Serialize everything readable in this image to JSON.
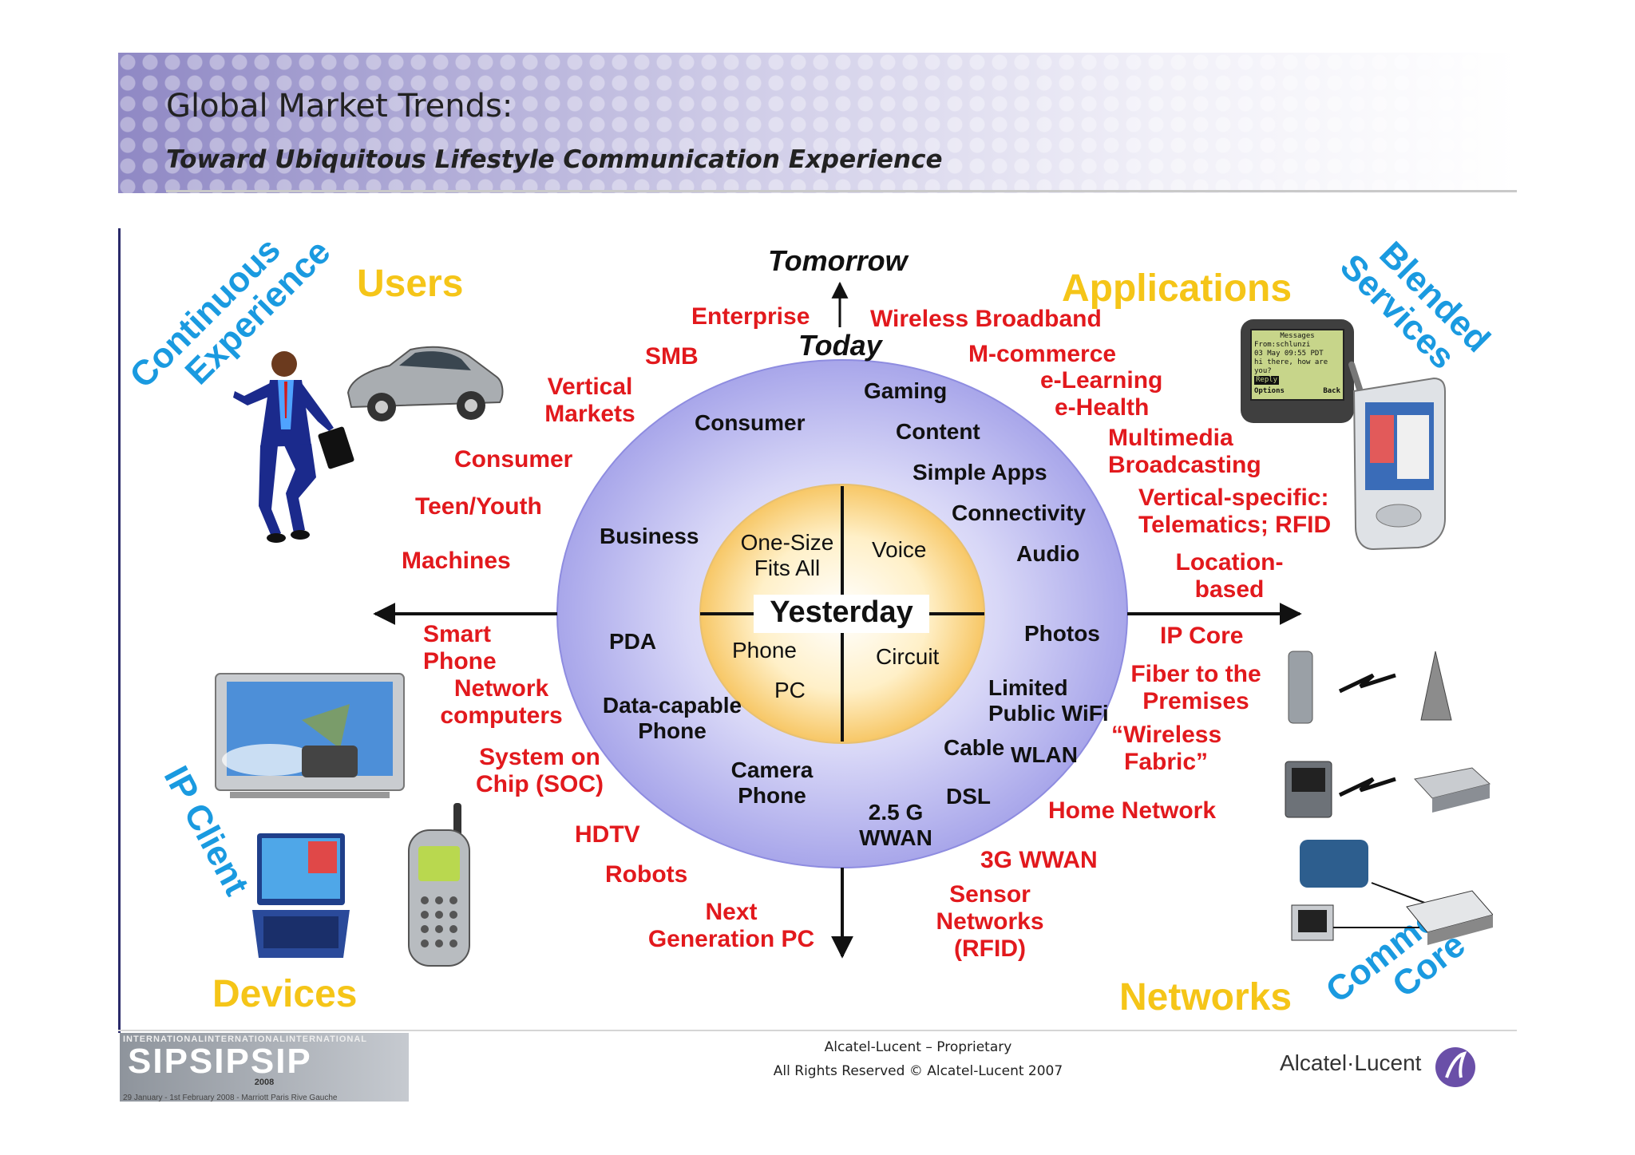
{
  "header": {
    "title": "Global Market Trends:",
    "subtitle": "Toward Ubiquitous Lifestyle Communication Experience"
  },
  "axis": {
    "top": "Tomorrow",
    "mid": "Today",
    "center": "Yesterday"
  },
  "corners": {
    "users": "Users",
    "applications": "Applications",
    "devices": "Devices",
    "networks": "Networks"
  },
  "blue_labels": {
    "continuous_1": "Continuous",
    "continuous_2": "Experience",
    "blended_1": "Blended",
    "blended_2": "Services",
    "ip_client": "IP Client",
    "common_1": "Common",
    "common_2": "Core"
  },
  "users_items": {
    "enterprise": "Enterprise",
    "smb": "SMB",
    "vertical_1": "Vertical",
    "vertical_2": "Markets",
    "consumer": "Consumer",
    "teen": "Teen/Youth",
    "machines": "Machines"
  },
  "apps_items": {
    "broadband": "Wireless Broadband",
    "mcommerce": "M-commerce",
    "elearning": "e-Learning",
    "ehealth": "e-Health",
    "multimedia_1": "Multimedia",
    "multimedia_2": "Broadcasting",
    "vertical_1": "Vertical-specific:",
    "vertical_2": "Telematics; RFID",
    "location_1": "Location-",
    "location_2": "based"
  },
  "device_items": {
    "smart_1": "Smart",
    "smart_2": "Phone",
    "network_1": "Network",
    "network_2": "computers",
    "soc_1": "System on",
    "soc_2": "Chip (SOC)",
    "hdtv": "HDTV",
    "robots": "Robots",
    "nextpc_1": "Next",
    "nextpc_2": "Generation PC"
  },
  "network_items": {
    "ipcore": "IP Core",
    "fiber_1": "Fiber to the",
    "fiber_2": "Premises",
    "fabric_1": "“Wireless",
    "fabric_2": "Fabric”",
    "home": "Home Network",
    "wwan3g": "3G WWAN",
    "sensor_1": "Sensor",
    "sensor_2": "Networks",
    "sensor_3": "(RFID)"
  },
  "today_ring": {
    "consumer": "Consumer",
    "gaming": "Gaming",
    "content": "Content",
    "simple_apps": "Simple Apps",
    "connectivity": "Connectivity",
    "audio": "Audio",
    "business": "Business",
    "photos": "Photos",
    "pda": "PDA",
    "datacap_1": "Data-capable",
    "datacap_2": "Phone",
    "limited_1": "Limited",
    "limited_2": "Public WiFi",
    "cable": "Cable",
    "wlan": "WLAN",
    "camera_1": "Camera",
    "camera_2": "Phone",
    "dsl": "DSL",
    "wwan25_1": "2.5 G",
    "wwan25_2": "WWAN"
  },
  "yesterday": {
    "onesize_1": "One-Size",
    "onesize_2": "Fits All",
    "voice": "Voice",
    "phone": "Phone",
    "pc": "PC",
    "circuit": "Circuit"
  },
  "phone_screen": {
    "line1": "Messages",
    "line2": "From:schlunzi",
    "line3": "03 May 09:55 PDT",
    "line4": "hi there, how are you?",
    "reply": "Reply",
    "options": "Options",
    "back": "Back"
  },
  "footer": {
    "line1": "Alcatel-Lucent – Proprietary",
    "line2": "All Rights Reserved © Alcatel-Lucent 2007",
    "brand": "Alcatel·Lucent",
    "sip_banner_top": "INTERNATIONALINTERNATIONALINTERNATIONAL",
    "sip_banner": "SIPSIPSIP",
    "sip_year": "2008",
    "sip_dates": "29 January - 1st February 2008 - Marriott Paris Rive Gauche"
  },
  "colors": {
    "accent_red": "#e2191d",
    "corner_yellow": "#f5c518",
    "corner_blue": "#1a9ae0",
    "ring_fill": "#b8b6ee",
    "core_fill": "#fbd98a"
  }
}
